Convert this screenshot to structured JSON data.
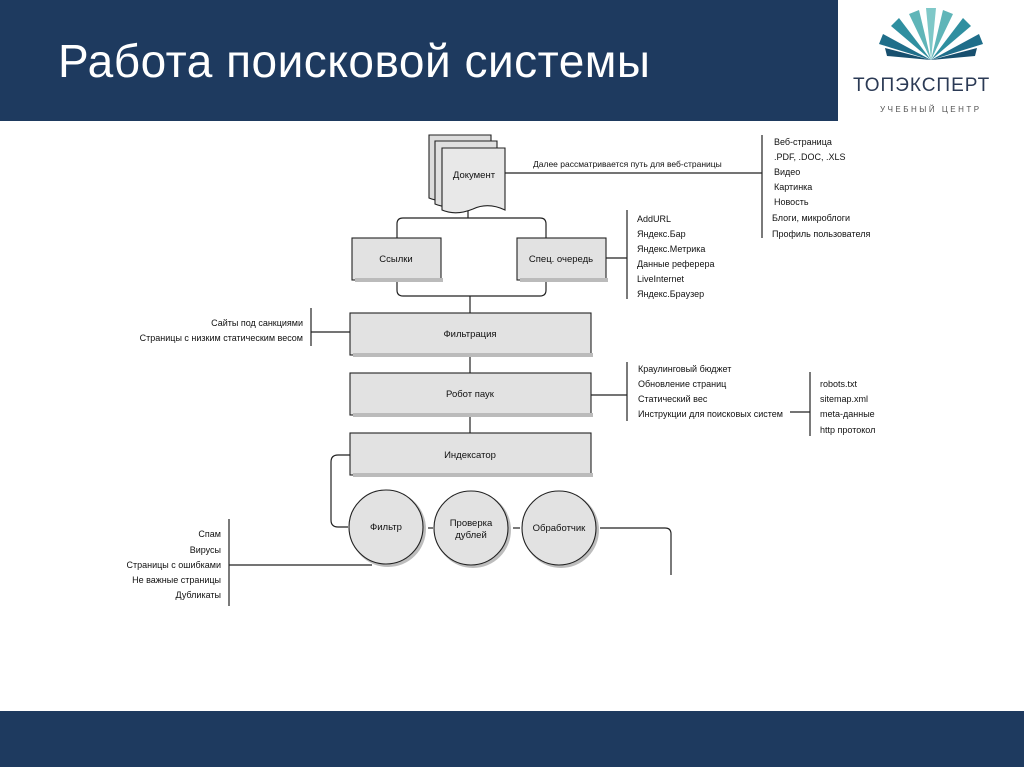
{
  "slide": {
    "title": "Работа поисковой системы"
  },
  "logo": {
    "name": "ТОПЭКСПЕРТ",
    "subtitle": "УЧЕБНЫЙ ЦЕНТР"
  },
  "colors": {
    "header": "#1e3a5f",
    "node_fill": "#e2e2e2",
    "line": "#222222"
  },
  "diagram": {
    "document": "Документ",
    "document_note": "Далее рассматривается путь для веб-страницы",
    "document_types": [
      "Веб-страница",
      ".PDF, .DOC, .XLS",
      "Видео",
      "Картинка",
      "Новость",
      "Блоги, микроблоги",
      "Профиль пользователя"
    ],
    "links": "Ссылки",
    "special_queue": "Спец. очередь",
    "queue_sources": [
      "AddURL",
      "Яндекс.Бар",
      "Яндекс.Метрика",
      "Данные реферера",
      "LiveInternet",
      "Яндекс.Браузер"
    ],
    "filtration": "Фильтрация",
    "filtration_inputs": [
      "Сайты под санкциями",
      "Страницы с низким статическим весом"
    ],
    "robot": "Робот паук",
    "robot_factors": [
      "Краулинговый бюджет",
      "Обновление страниц",
      "Статический вес",
      "Инструкции для поисковых систем"
    ],
    "instructions": [
      "robots.txt",
      "sitemap.xml",
      "meta-данные",
      "http протокол"
    ],
    "indexer": "Индексатор",
    "filter": "Фильтр",
    "duplicate_check": [
      "Проверка",
      "дублей"
    ],
    "handler": "Обработчик",
    "filter_outputs": [
      "Спам",
      "Вирусы",
      "Страницы с ошибками",
      "Не важные страницы",
      "Дубликаты"
    ]
  }
}
